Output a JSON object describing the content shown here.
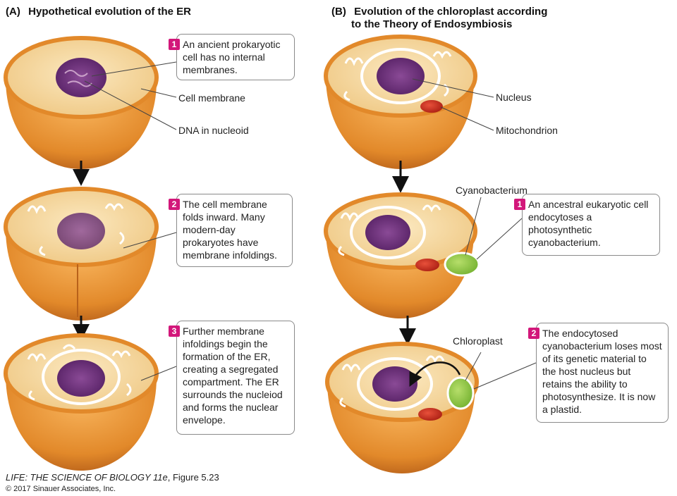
{
  "panel_a": {
    "letter": "(A)",
    "title": "Hypothetical evolution of the ER",
    "steps": [
      {
        "num": "1",
        "text": "An ancient prokaryotic cell has no internal membranes."
      },
      {
        "num": "2",
        "text": "The cell membrane folds inward. Many modern-day prokaryotes have membrane infoldings."
      },
      {
        "num": "3",
        "text": "Further membrane infoldings begin the formation of the ER, creating a segregated compartment. The ER surrounds the nucleiod and forms the nuclear envelope."
      }
    ],
    "labels": {
      "cell_membrane": "Cell membrane",
      "dna": "DNA in nucleoid"
    }
  },
  "panel_b": {
    "letter": "(B)",
    "title_line1": "Evolution of the chloroplast according",
    "title_line2": "to the Theory of Endosymbiosis",
    "steps": [
      {
        "num": "1",
        "text": "An ancestral eukaryotic cell endocytoses a photosynthetic cyanobacterium."
      },
      {
        "num": "2",
        "text": "The endocytosed cyanobacterium loses most of its genetic material to the host nucleus but retains the ability to photosynthesize. It is now a plastid."
      }
    ],
    "labels": {
      "nucleus": "Nucleus",
      "mitochondrion": "Mitochondrion",
      "cyanobacterium": "Cyanobacterium",
      "chloroplast": "Chloroplast"
    }
  },
  "credit": {
    "book": "LIFE: THE SCIENCE OF BIOLOGY 11e",
    "figure": ", Figure 5.23",
    "copyright": "© 2017 Sinauer Associates, Inc."
  },
  "colors": {
    "cell_outer": "#e2892a",
    "cell_top": "#f6d9a0",
    "nucleus": "#6b2d78",
    "mitochondrion": "#c62a1c",
    "chloroplast": "#8cc63e",
    "step_badge": "#d2177a"
  }
}
